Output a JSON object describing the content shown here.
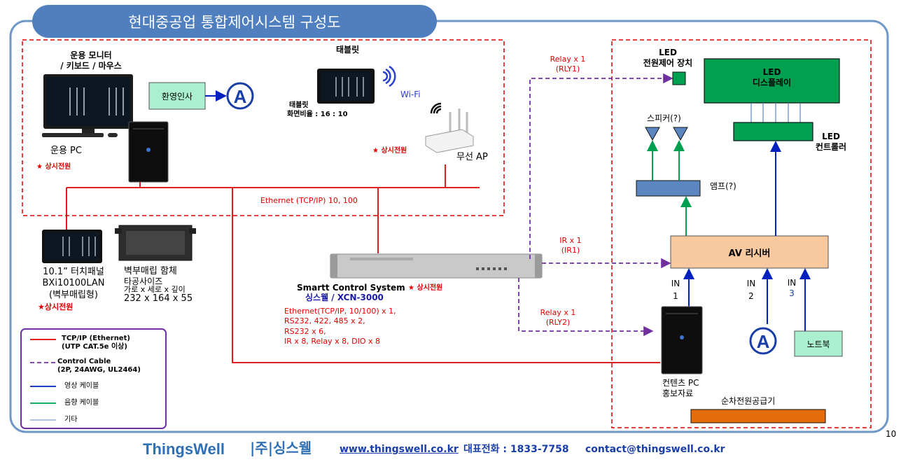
{
  "title": "현대중공업 통합제어시스템 구성도",
  "page_number": "10",
  "footer": {
    "brand": "ThingsWell",
    "brand_kr": "|주|싱스웰",
    "website": "www.thingswell.co.kr",
    "phone": "대표전화 : 1833-7758",
    "email": "contact@thingswell.co.kr"
  },
  "left_zone": {
    "monitor_label_1": "운용 모니터",
    "monitor_label_2": "/ 키보드 / 마우스",
    "pc_label": "운용 PC",
    "pc_power": "★ 상시전원",
    "welcome_box": "환영인사",
    "tablet_title": "태블릿",
    "tablet_desc_1": "태블릿",
    "tablet_desc_2": "화면비율 : 16 : 10",
    "wifi": "Wi-Fi",
    "ap_power": "★ 상시전원",
    "ap_label": "무선 AP",
    "ethernet": "Ethernet (TCP/IP) 10, 100"
  },
  "below_left": {
    "panel_1": "10.1” 터치패널",
    "panel_2": "BXi10100LAN",
    "panel_3": "(벽부매립형)",
    "panel_power": "★상시전원",
    "box_1": "벽부매립  함체",
    "box_2": "타공사이즈",
    "box_3": "가로 x 세로 x 깊이",
    "box_4": "232 x 164 x 55"
  },
  "controller": {
    "name": "Smartt Control System",
    "model": "싱스웰 / XCN-3000",
    "power": "★ 상시전원",
    "spec_1": "Ethernet(TCP/IP, 10/100)  x 1,",
    "spec_2": "RS232, 422, 485 x 2,",
    "spec_3": "RS232 x 6,",
    "spec_4": "IR x 8, Relay x 8, DIO x 8"
  },
  "links": {
    "relay1_a": "Relay x 1",
    "relay1_b": "(RLY1)",
    "ir_a": "IR x 1",
    "ir_b": "(IR1)",
    "relay2_a": "Relay x 1",
    "relay2_b": "(RLY2)"
  },
  "right_zone": {
    "led_power_1": "LED",
    "led_power_2": "전원제어 장치",
    "led_display_1": "LED",
    "led_display_2": "디스플레이",
    "speaker": "스피커(?)",
    "led_controller_1": "LED",
    "led_controller_2": "컨트롤러",
    "amp": "앰프(?)",
    "av_receiver": "AV 리시버",
    "in1_a": "IN",
    "in1_b": "1",
    "in2_a": "IN",
    "in2_b": "2",
    "in3_a": "IN",
    "in3_b": "3",
    "content_pc_1": "컨텐츠 PC",
    "content_pc_2": "홍보자료",
    "laptop": "노트북",
    "sequencer": "순차전원공급기"
  },
  "legend": {
    "tcpip_1": "TCP/IP (Ethernet)",
    "tcpip_2": "(UTP CAT.5e 이상)",
    "control_1": "Control Cable",
    "control_2": "(2P, 24AWG, UL2464)",
    "video": "영상 케이블",
    "audio": "음향 케이블",
    "other": "기타"
  },
  "colors": {
    "title_bg": "#4f7fbf",
    "frame": "#6f98c8",
    "ethernet": "#e00000",
    "control": "#7030a0",
    "video": "#0020c0",
    "audio": "#00a050",
    "other": "#5b86c0",
    "led_green": "#00a050",
    "av_fill": "#f8c89e",
    "mint": "#aaf0d0",
    "amp_fill": "#5b86c0",
    "seq_fill": "#e46c0a"
  }
}
